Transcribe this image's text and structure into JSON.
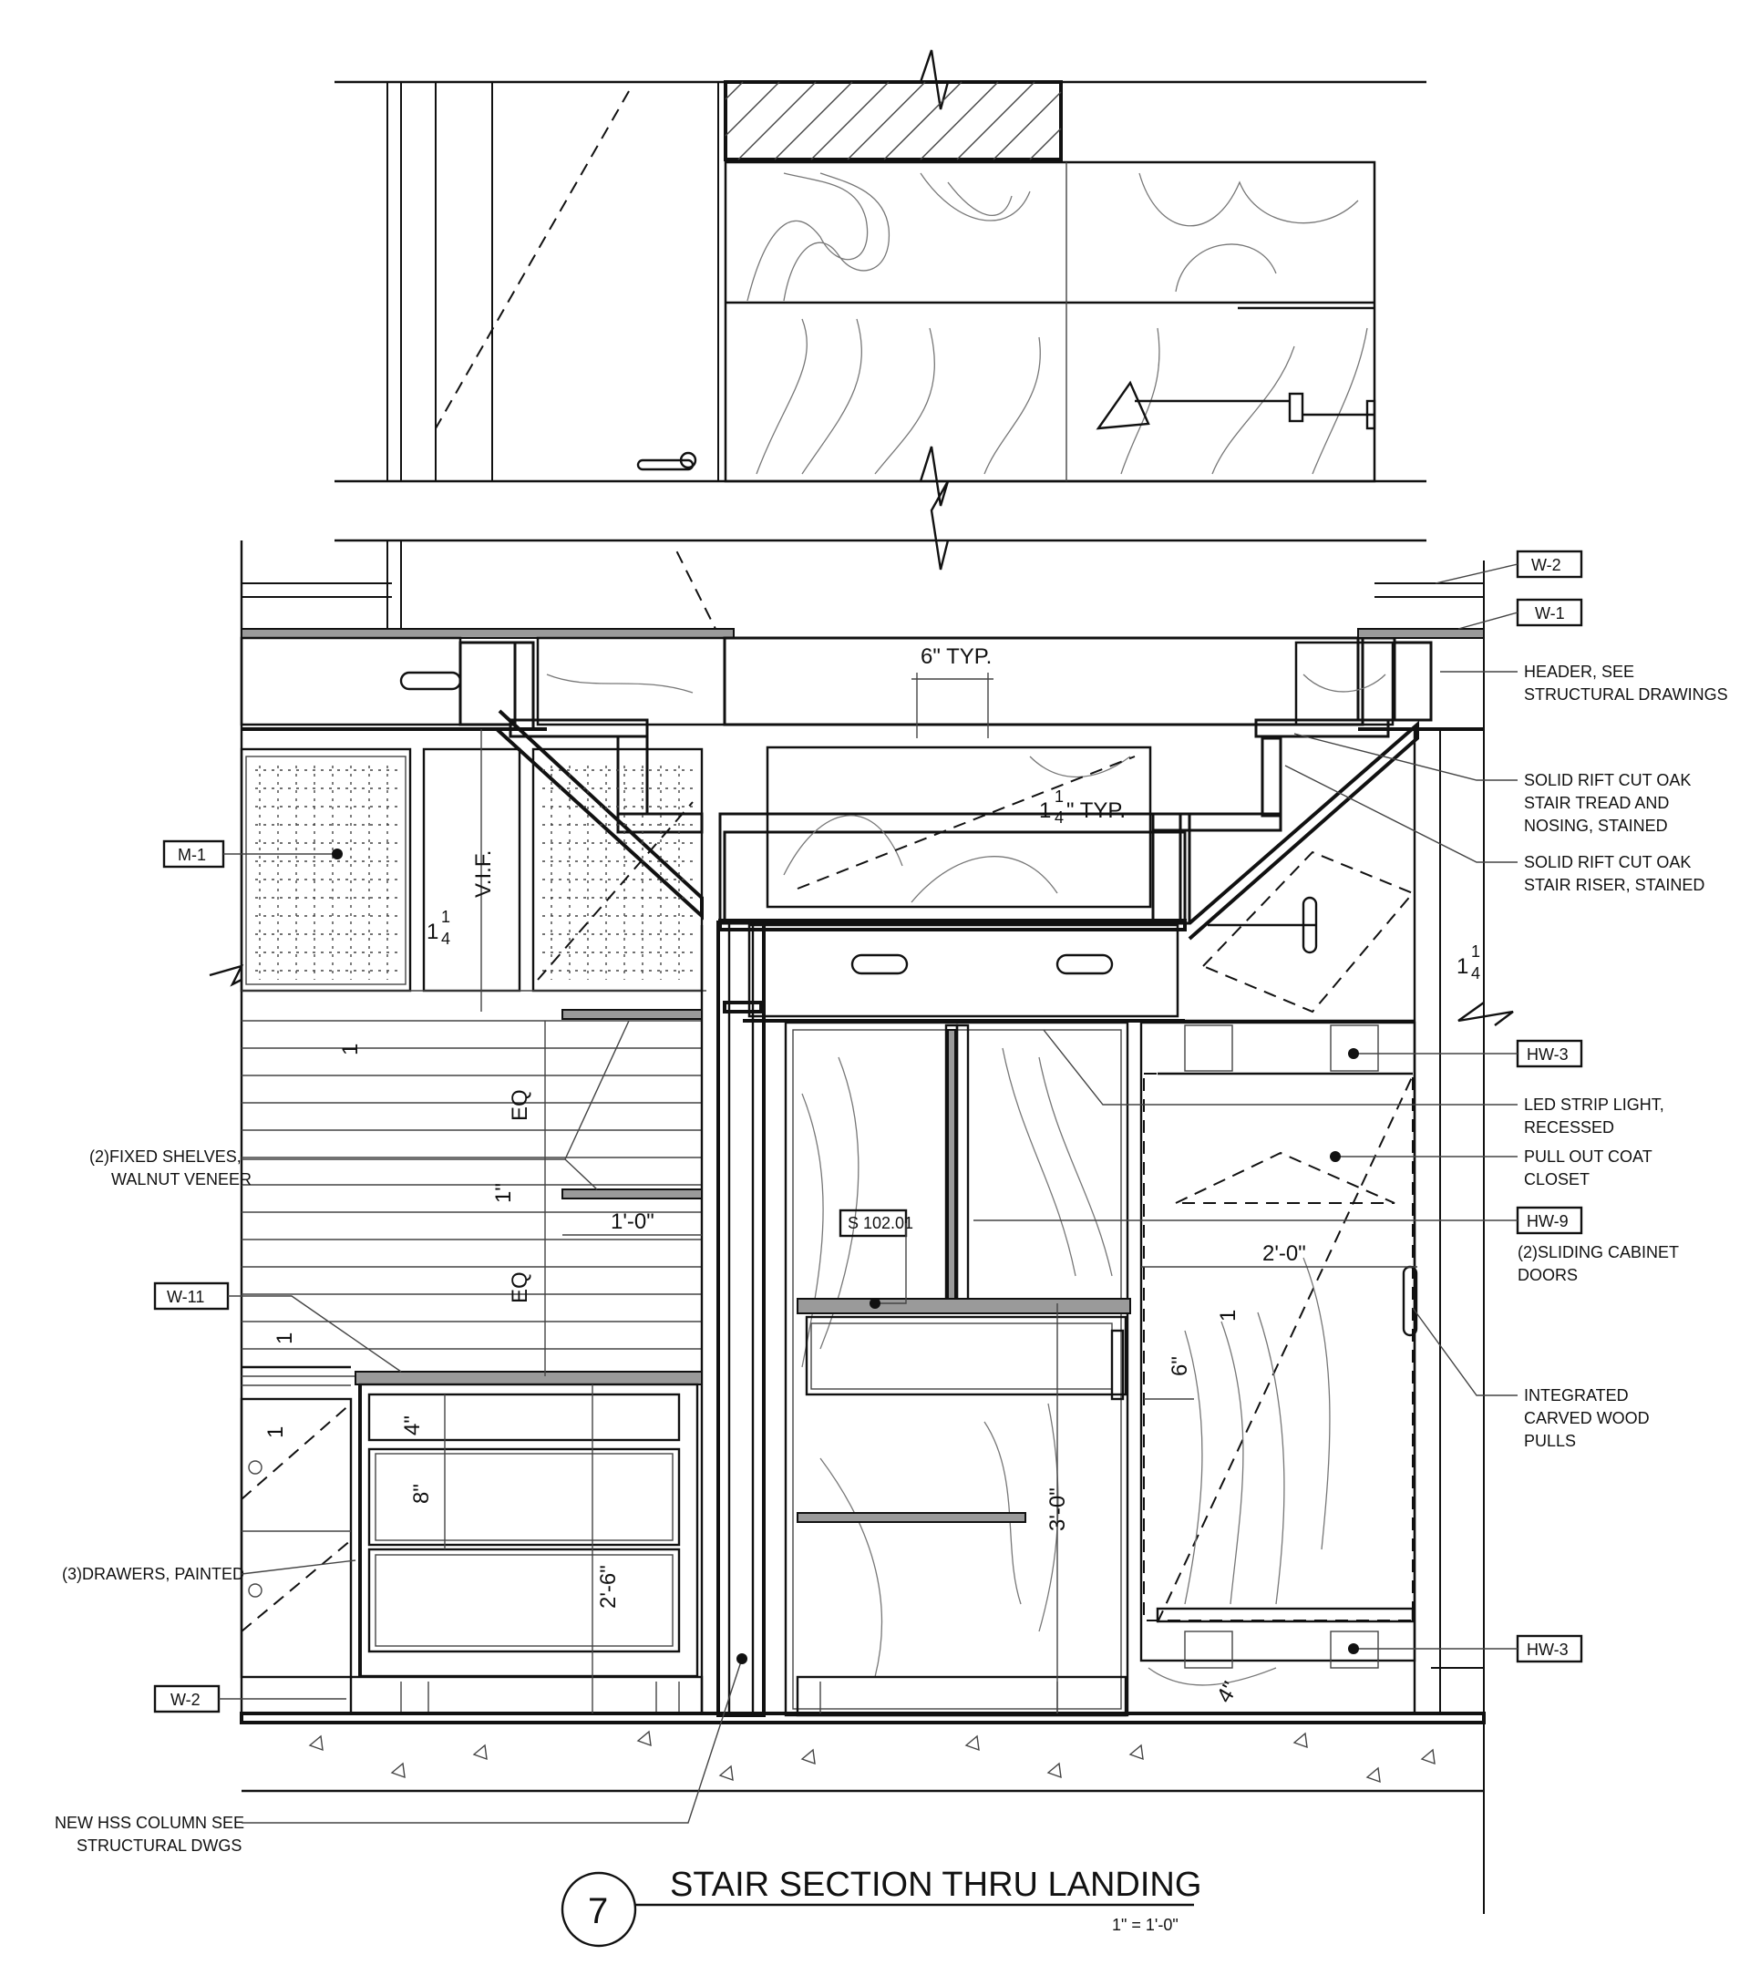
{
  "title": {
    "number": "7",
    "text": "STAIR SECTION THRU LANDING",
    "scale": "1\" = 1'-0\""
  },
  "tags": {
    "w2_top": "W-2",
    "w1": "W-1",
    "m1": "M-1",
    "hw3_top": "HW-3",
    "hw9": "HW-9",
    "w11": "W-11",
    "hw3_bottom": "HW-3",
    "w2_bottom": "W-2",
    "section_ref": "S 102.01"
  },
  "notes": {
    "header_1": "HEADER, SEE",
    "header_2": "STRUCTURAL DRAWINGS",
    "tread_1": "SOLID RIFT CUT OAK",
    "tread_2": "STAIR TREAD AND",
    "tread_3": "NOSING, STAINED",
    "riser_1": "SOLID RIFT CUT OAK",
    "riser_2": "STAIR RISER, STAINED",
    "led_1": "LED STRIP LIGHT,",
    "led_2": "RECESSED",
    "coat_1": "PULL OUT COAT",
    "coat_2": "CLOSET",
    "sliding_1": "(2)SLIDING CABINET",
    "sliding_2": "DOORS",
    "pulls_1": "INTEGRATED",
    "pulls_2": "CARVED WOOD",
    "pulls_3": "PULLS",
    "shelves_1": "(2)FIXED SHELVES,",
    "shelves_2": "WALNUT VENEER",
    "drawers": "(3)DRAWERS, PAINTED",
    "hss_1": "NEW HSS COLUMN SEE",
    "hss_2": "STRUCTURAL DWGS"
  },
  "dimensions": {
    "typ6": "6\" TYP.",
    "typ114_whole": "1",
    "typ114_frac_n": "1",
    "typ114_frac_d": "4",
    "typ114_suffix": "\" TYP.",
    "vif": "V.I.F.",
    "eq_top": "EQ",
    "eq_bottom": "EQ",
    "one_inch": "1\"",
    "one_foot": "1'-0\"",
    "two_foot": "2'-0\"",
    "four_inch": "4\"",
    "eight_inch": "8\"",
    "two_six": "2'-6\"",
    "three_foot": "3'-0\"",
    "six_inch": "6\"",
    "four_inch_bottom": "4\"",
    "quarter_n": "1",
    "quarter_d": "4",
    "quarter_whole": "1"
  }
}
